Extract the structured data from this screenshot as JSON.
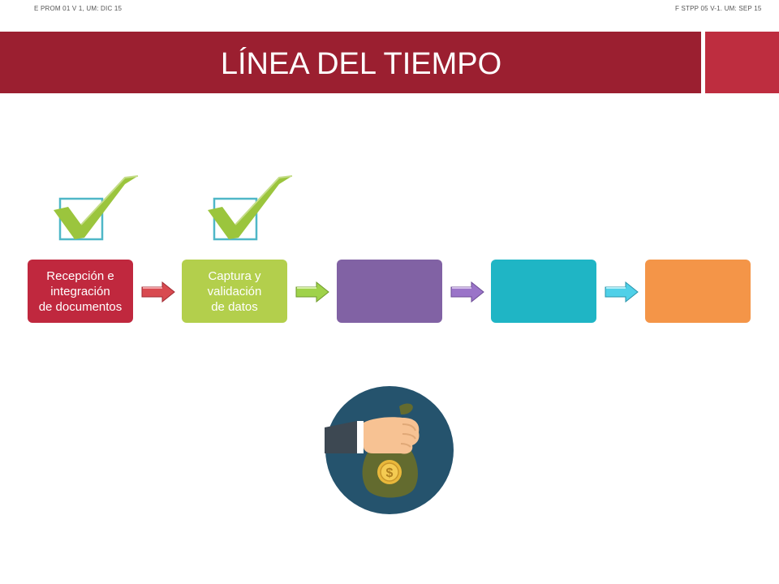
{
  "header": {
    "code_left": "E PROM 01 V 1, UM: DIC 15",
    "code_right": "F STPP 05 V-1. UM: SEP 15",
    "title": "LÍNEA DEL TIEMPO"
  },
  "timeline": {
    "steps": [
      {
        "label": "Recepción e\nintegración\nde documentos",
        "color": "#c0283e",
        "checked": true
      },
      {
        "label": "Captura y\nvalidación\nde datos",
        "color": "#b3cf4c",
        "checked": true
      },
      {
        "label": "",
        "color": "#8162a4",
        "checked": false
      },
      {
        "label": "",
        "color": "#1fb5c5",
        "checked": false
      },
      {
        "label": "",
        "color": "#f49548",
        "checked": false
      }
    ],
    "arrow_colors": [
      "#d84a50",
      "#9fd24a",
      "#9a74c8",
      "#4fd0e8"
    ],
    "check_color": "#9bc53d",
    "checkbox_color": "#4fb7c7"
  },
  "illustration": {
    "icon": "hand-holding-money-bag-icon",
    "circle_color": "#25536d",
    "coin_symbol": "$"
  }
}
